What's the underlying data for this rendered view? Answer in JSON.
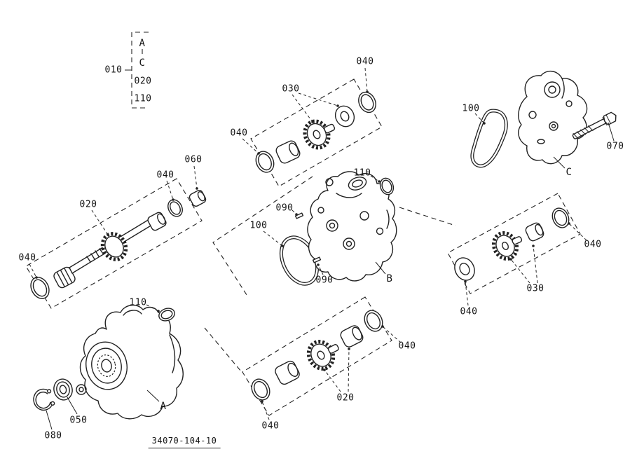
{
  "drawing_number": "34070-104-10",
  "refs": {
    "r010": "010",
    "r020": "020",
    "r030": "030",
    "r040": "040",
    "r050": "050",
    "r060": "060",
    "r070": "070",
    "r080": "080",
    "r090": "090",
    "r100": "100",
    "r110": "110",
    "letter_a": "A",
    "letter_b": "B",
    "letter_c": "C"
  }
}
